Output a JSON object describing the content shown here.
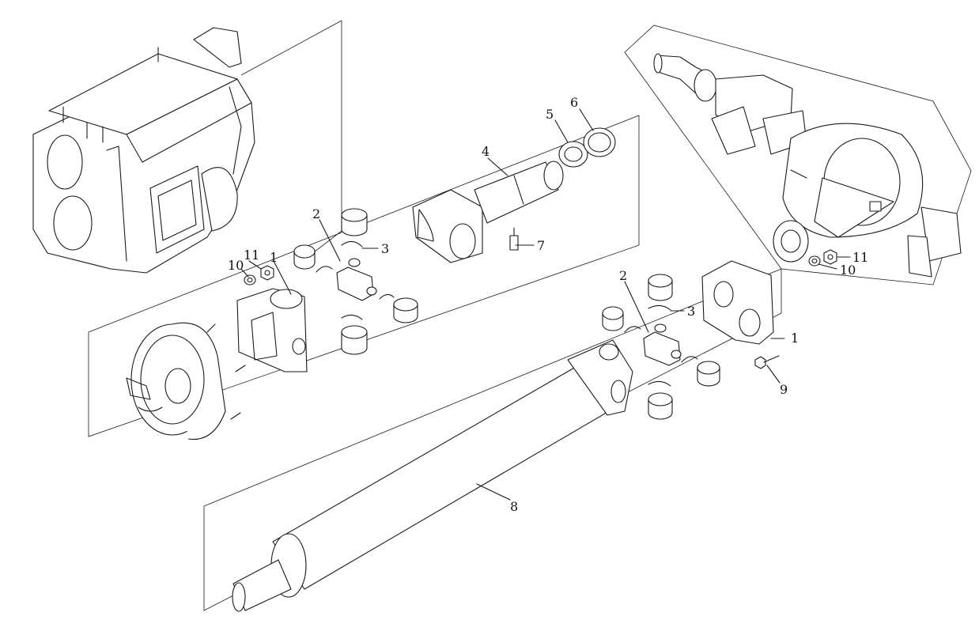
{
  "callouts": {
    "c1_left": "1",
    "c2_left": "2",
    "c3_left": "3",
    "c4": "4",
    "c5": "5",
    "c6": "6",
    "c7": "7",
    "c8": "8",
    "c9": "9",
    "c10_left": "10",
    "c11_left": "11",
    "c1_right": "1",
    "c2_right": "2",
    "c3_right": "3",
    "c10_right": "10",
    "c11_right": "11"
  }
}
